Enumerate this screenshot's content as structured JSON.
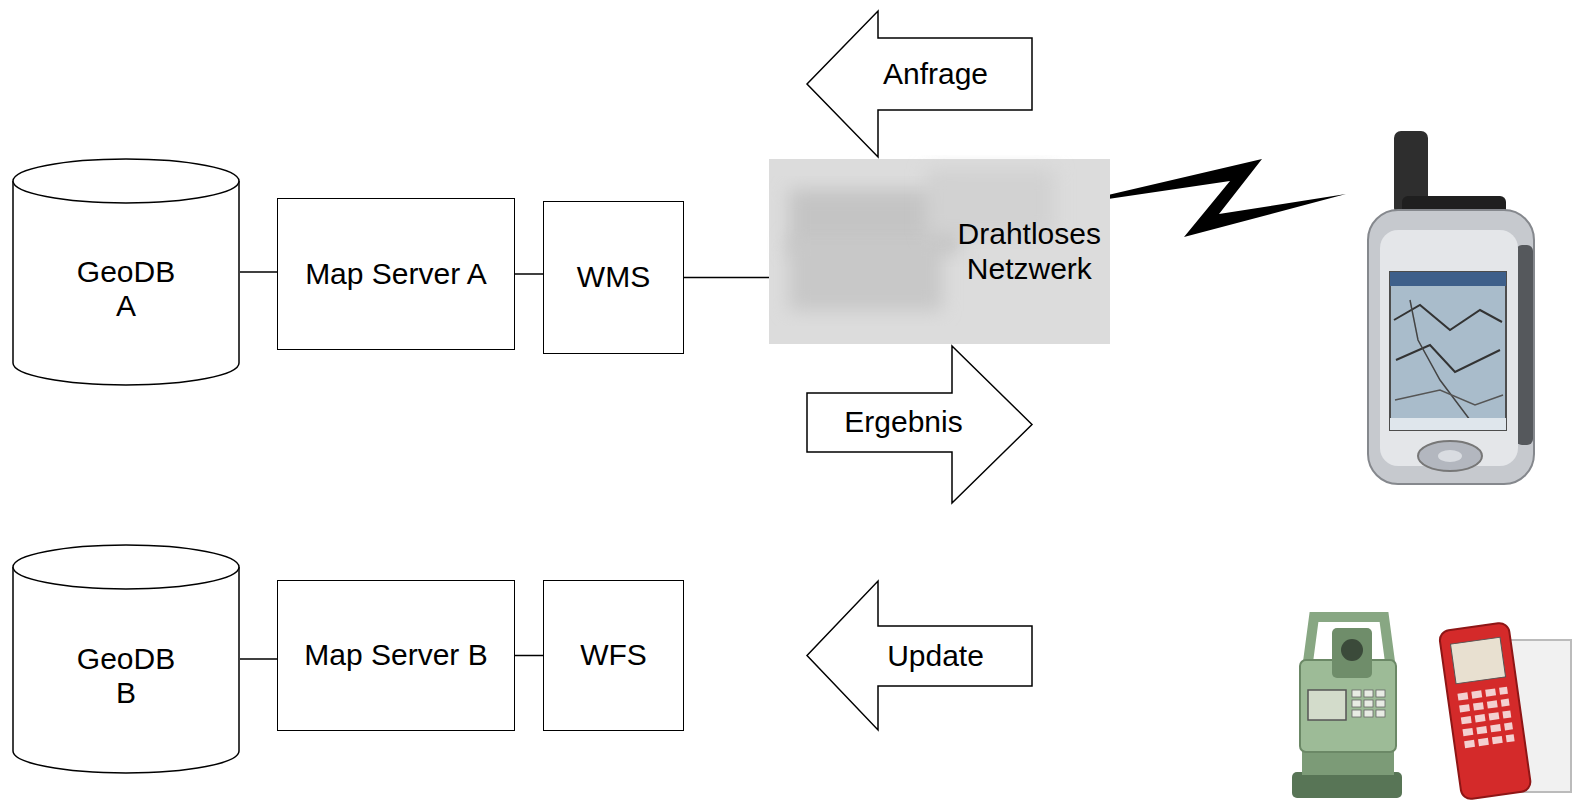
{
  "diagram": {
    "nodes": [
      {
        "text": [
          "GeoDB A"
        ]
      },
      {
        "text": [
          "Map Server A"
        ]
      },
      {
        "text": [
          "WMS"
        ]
      },
      {
        "text": [
          "Anfrage"
        ]
      },
      {
        "text": [
          "Drahtloses Netzwerk"
        ]
      },
      {
        "text": [
          "Ergebnis"
        ]
      },
      {
        "text": [
          "GeoDB B"
        ]
      },
      {
        "text": [
          "Map Server B"
        ]
      },
      {
        "text": [
          "WFS"
        ]
      },
      {
        "text": [
          "Update"
        ]
      }
    ],
    "edges": [
      {
        "from": 0,
        "to": 1,
        "arrow": "none"
      },
      {
        "from": 1,
        "to": 2,
        "arrow": "none"
      },
      {
        "from": 2,
        "to": 4,
        "arrow": "none"
      },
      {
        "from": 6,
        "to": 7,
        "arrow": "none"
      },
      {
        "from": 7,
        "to": 8,
        "arrow": "none"
      }
    ]
  }
}
